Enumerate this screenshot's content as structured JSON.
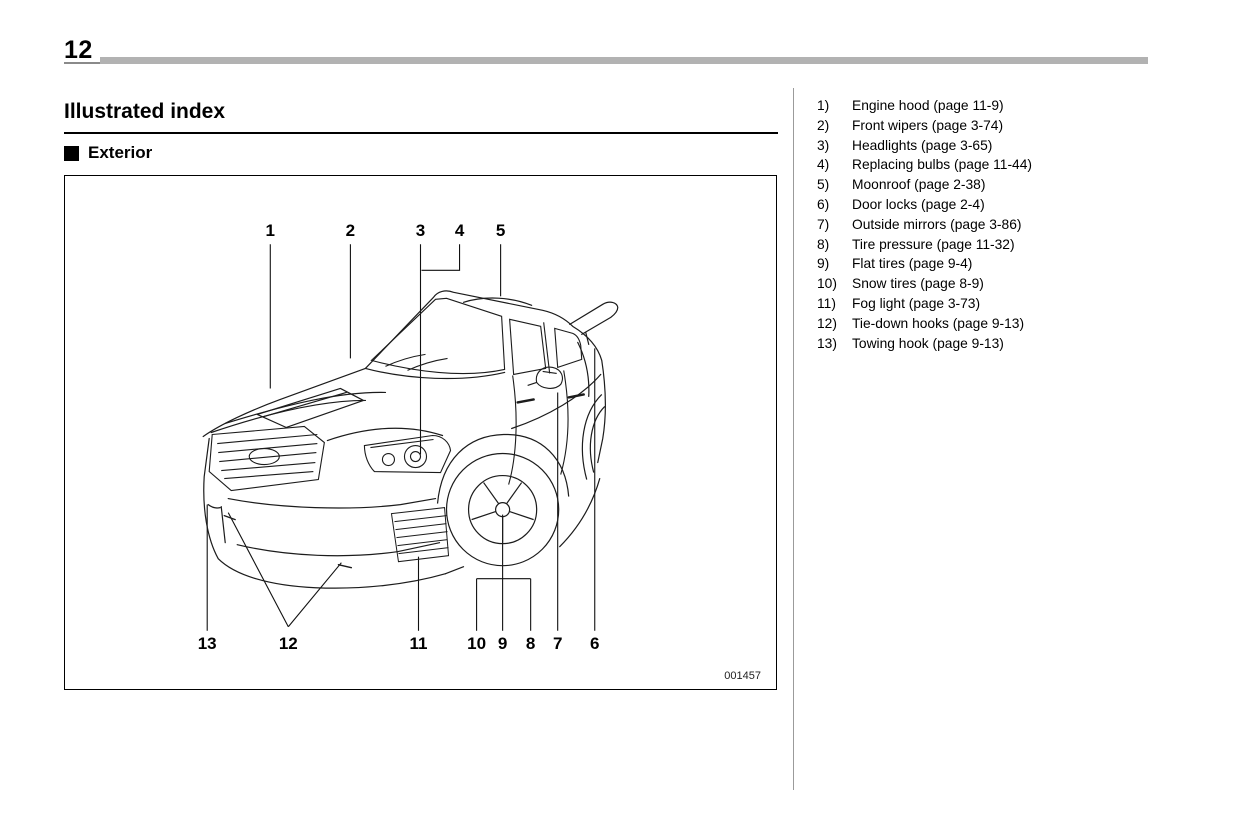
{
  "page": {
    "number": "12",
    "title": "Illustrated index",
    "section": "Exterior",
    "figure_code": "001457"
  },
  "index_items": [
    {
      "num": "1)",
      "label": "Engine hood (page 11-9)"
    },
    {
      "num": "2)",
      "label": "Front wipers (page 3-74)"
    },
    {
      "num": "3)",
      "label": "Headlights (page 3-65)"
    },
    {
      "num": "4)",
      "label": "Replacing bulbs (page 11-44)"
    },
    {
      "num": "5)",
      "label": "Moonroof (page 2-38)"
    },
    {
      "num": "6)",
      "label": "Door locks (page 2-4)"
    },
    {
      "num": "7)",
      "label": "Outside mirrors (page 3-86)"
    },
    {
      "num": "8)",
      "label": "Tire pressure (page 11-32)"
    },
    {
      "num": "9)",
      "label": "Flat tires (page 9-4)"
    },
    {
      "num": "10)",
      "label": "Snow tires (page 8-9)"
    },
    {
      "num": "11)",
      "label": "Fog light (page 3-73)"
    },
    {
      "num": "12)",
      "label": "Tie-down hooks (page 9-13)"
    },
    {
      "num": "13)",
      "label": "Towing hook (page 9-13)"
    }
  ],
  "callouts": {
    "top": [
      "1",
      "2",
      "3",
      "4",
      "5"
    ],
    "bottom": [
      "13",
      "12",
      "11",
      "10",
      "9",
      "8",
      "7",
      "6"
    ]
  }
}
